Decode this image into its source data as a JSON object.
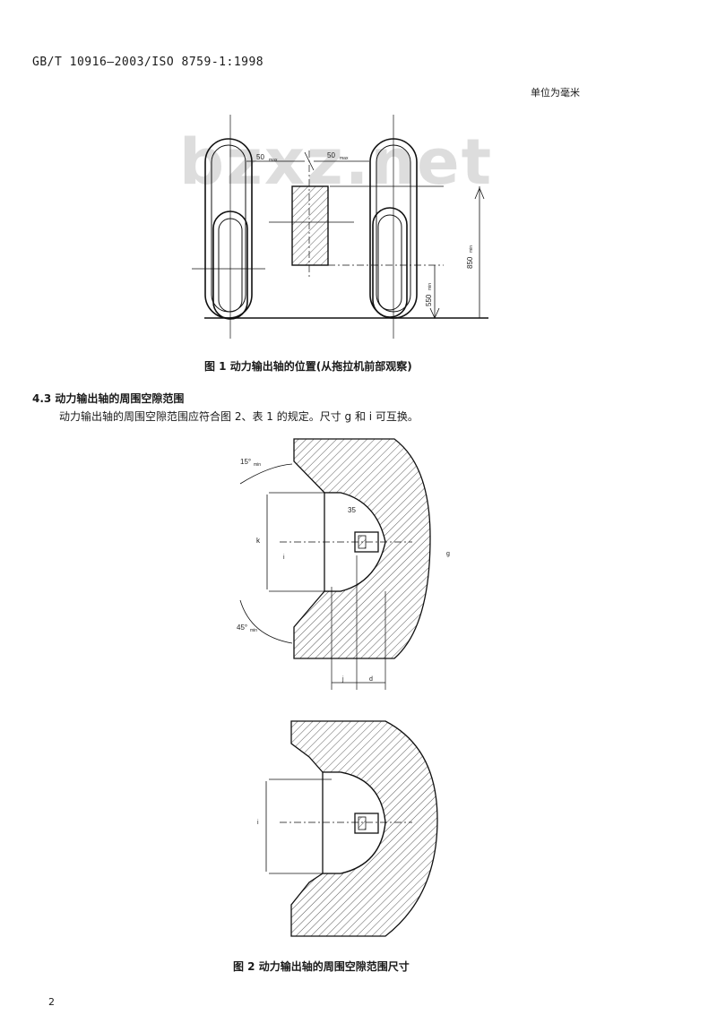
{
  "header": {
    "standard_number": "GB/T 10916—2003/ISO 8759-1:1998",
    "unit_note": "单位为毫米"
  },
  "watermark": "bzxz.net",
  "figure1": {
    "labels": {
      "dim_left": "50",
      "dim_left_sub": "max",
      "dim_right": "50",
      "dim_right_sub": "max",
      "dim_850": "850",
      "dim_550": "550",
      "sub_min": "min"
    },
    "caption": "图 1   动力输出轴的位置(从拖拉机前部观察)"
  },
  "section": {
    "heading": "4.3   动力输出轴的周围空隙范围",
    "body": "动力输出轴的周围空隙范围应符合图 2、表 1 的规定。尺寸 g 和 i 可互换。"
  },
  "figure2": {
    "labels": {
      "angle_top": "15°",
      "angle_top_sub": "min",
      "radius": "35",
      "dim_k": "k",
      "dim_i": "i",
      "dim_g": "g",
      "angle_bottom": "45°",
      "angle_bottom_sub": "min",
      "dim_bottom_left": "j",
      "dim_bottom_right": "d",
      "dim_i2": "i"
    },
    "caption": "图 2   动力输出轴的周围空隙范围尺寸"
  },
  "footer": {
    "page_number": "2"
  }
}
